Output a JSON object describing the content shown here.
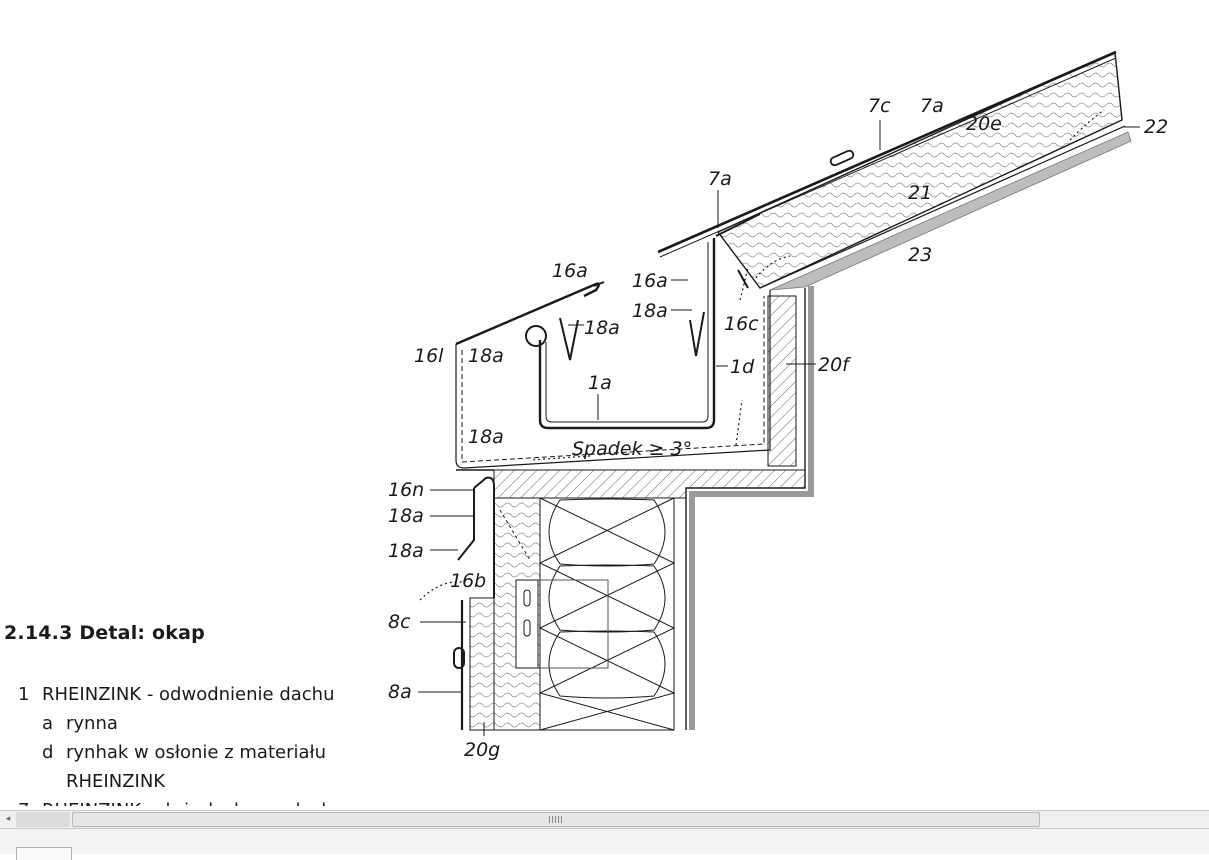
{
  "heading": "2.14.3  Detal: okap",
  "labels": {
    "l7c": "7c",
    "l7a_top": "7a",
    "l20e": "20e",
    "l22": "22",
    "l7a_mid": "7a",
    "l21": "21",
    "l23": "23",
    "l16a_left": "16a",
    "l16a_right": "16a",
    "l18a_hook": "18a",
    "l18a_right": "18a",
    "l16c": "16c",
    "l16l": "16l",
    "l18a_upper": "18a",
    "l1d": "1d",
    "l1a": "1a",
    "l20f": "20f",
    "l18a_lower": "18a",
    "spadek": "Spadek ≥ 3°",
    "l16n": "16n",
    "l18a_fascia1": "18a",
    "l18a_fascia2": "18a",
    "l16b": "16b",
    "l8c": "8c",
    "l8a": "8a",
    "l20g": "20g"
  },
  "legend": {
    "item1_num": "1",
    "item1_text": "RHEINZINK - odwodnienie dachu",
    "item1a_key": "a",
    "item1a_text": "rynna",
    "item1d_key": "d",
    "item1d_text": "rynhak w osłonie z materiału RHEINZINK",
    "item7_num": "7",
    "item7_text": "RHEINZINK - duża łuska na dachu"
  },
  "colors": {
    "ink": "#1a1a1a",
    "grey_band": "#bdbdbd",
    "hatch": "#555555"
  }
}
